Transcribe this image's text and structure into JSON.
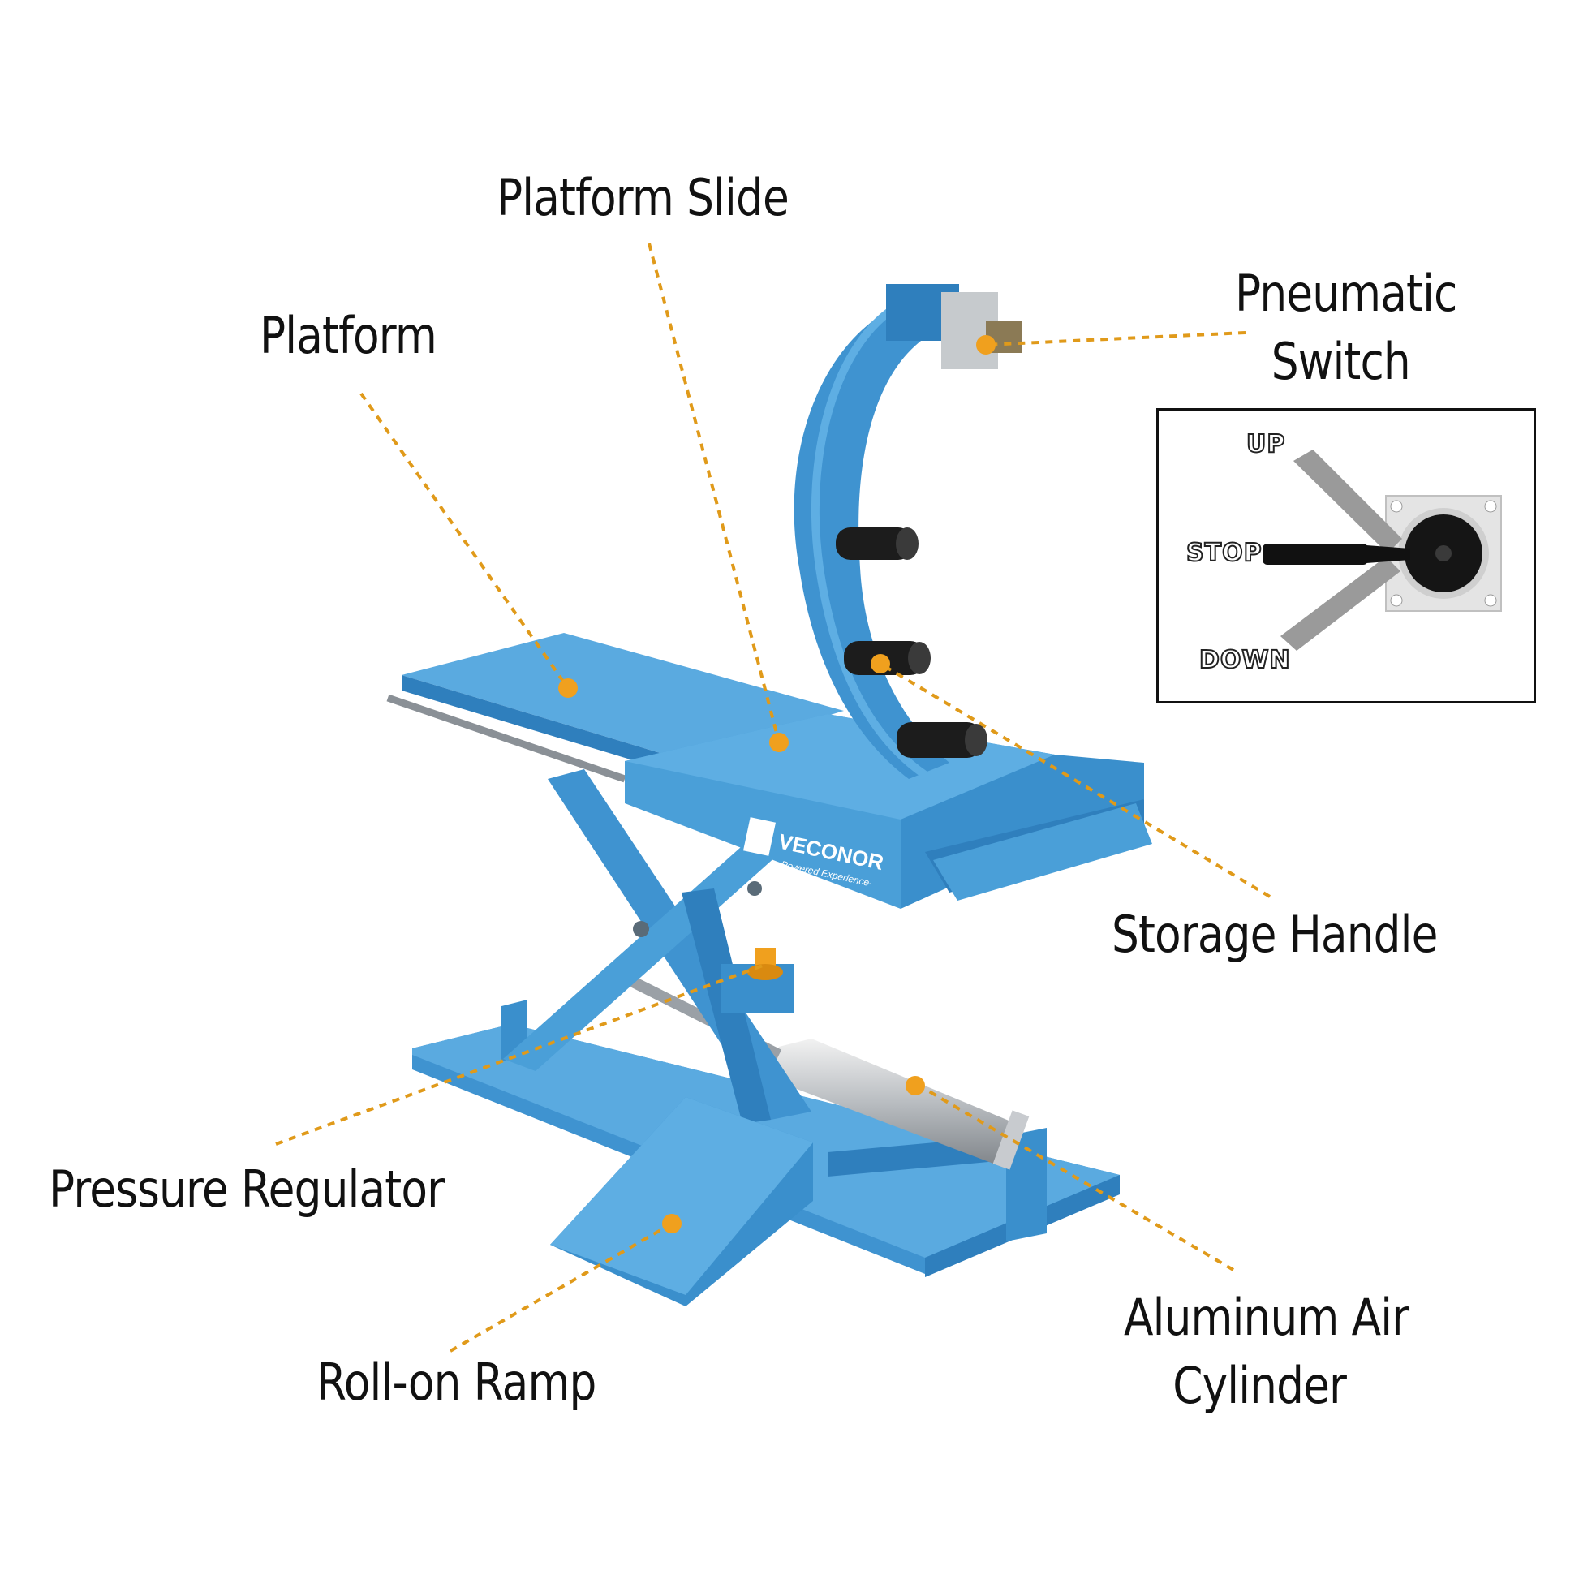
{
  "colors": {
    "accent": "#f0a01e",
    "machine_blue": "#4a9fd8",
    "machine_blue_dark": "#2f7fbd",
    "text": "#111111"
  },
  "callouts": {
    "platform_slide": "Platform Slide",
    "platform": "Platform",
    "pneumatic_switch_line1": "Pneumatic",
    "pneumatic_switch_line2": "Switch",
    "storage_handle": "Storage Handle",
    "pressure_regulator": "Pressure Regulator",
    "roll_on_ramp": "Roll-on Ramp",
    "aluminum_air_cylinder_line1": "Aluminum Air",
    "aluminum_air_cylinder_line2": "Cylinder"
  },
  "switch_inset": {
    "up": "UP",
    "stop": "STOP",
    "down": "DOWN"
  },
  "brand": {
    "name": "VECONOR",
    "tagline": "-Powered Experience-"
  }
}
